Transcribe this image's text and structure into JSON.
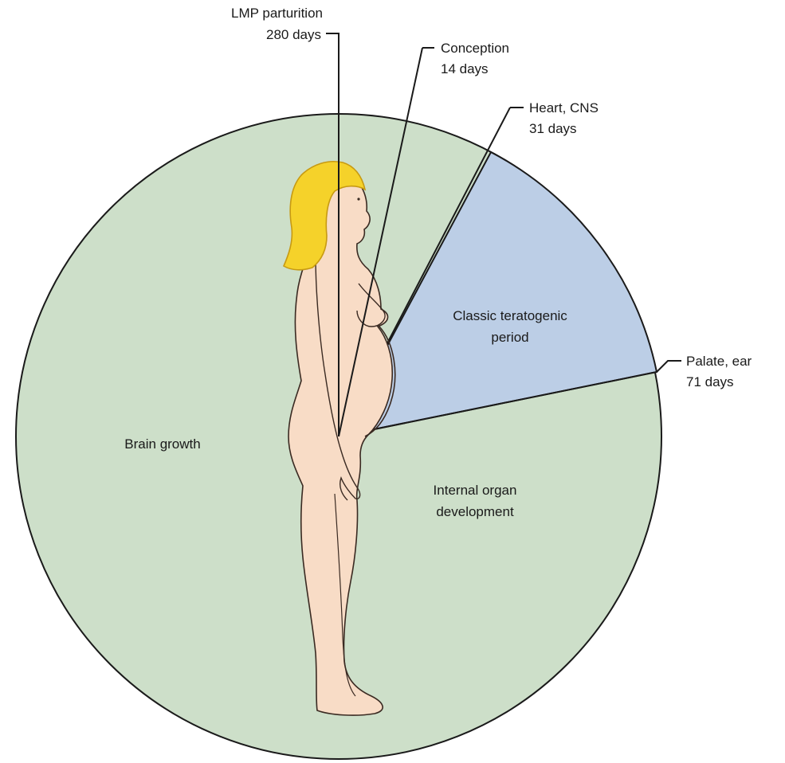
{
  "colors": {
    "green_sector": "#cddfc9",
    "blue_sector": "#bccee6",
    "line": "#1a1a1a",
    "hair": "#f5d22a",
    "hair_shade": "#c79a12",
    "skin": "#f8dcc6",
    "skin_outline": "#3a2a22"
  },
  "milestones": {
    "lmp": {
      "label": "LMP parturition",
      "days": "280 days"
    },
    "conception": {
      "label": "Conception",
      "days": "14 days"
    },
    "heart": {
      "label": "Heart, CNS",
      "days": "31 days"
    },
    "palate": {
      "label": "Palate, ear",
      "days": "71 days"
    }
  },
  "sectors": {
    "teratogenic": {
      "line1": "Classic teratogenic",
      "line2": "period"
    },
    "internal": {
      "line1": "Internal organ",
      "line2": "development"
    },
    "brain": {
      "line1": "Brain growth"
    }
  },
  "figure": {
    "icon": "pregnant-woman-silhouette"
  }
}
